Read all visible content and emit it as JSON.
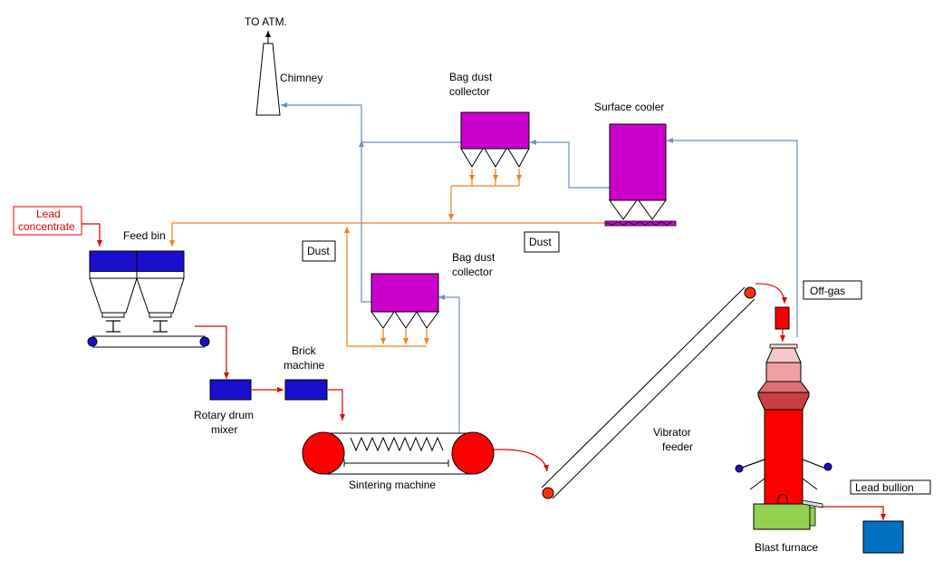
{
  "labels": {
    "to_atm": "TO ATM.",
    "chimney": "Chimney",
    "bag_top_1": "Bag dust",
    "bag_top_2": "collector",
    "surface_cooler": "Surface cooler",
    "lead_conc_1": "Lead",
    "lead_conc_2": "concentrate",
    "feed_bin": "Feed bin",
    "dust_left": "Dust",
    "dust_right": "Dust",
    "bag_mid_1": "Bag dust",
    "bag_mid_2": "collector",
    "off_gas": "Off-gas",
    "brick_1": "Brick",
    "brick_2": "machine",
    "rotary_1": "Rotary drum",
    "rotary_2": "mixer",
    "vibrator_1": "Vibrator",
    "vibrator_2": "feeder",
    "sintering": "Sintering machine",
    "lead_bullion": "Lead bullion",
    "blast_furnace": "Blast furnace"
  },
  "colors": {
    "gas_line": "#6b8fbf",
    "dust_line": "#f07f1e",
    "material_line": "#e00000",
    "collector": "#cc00cc",
    "feed_bin": "#1a0fcc",
    "furnace": "#ff0000",
    "furnace_base": "#92d050",
    "bullion_box": "#0070c0"
  }
}
